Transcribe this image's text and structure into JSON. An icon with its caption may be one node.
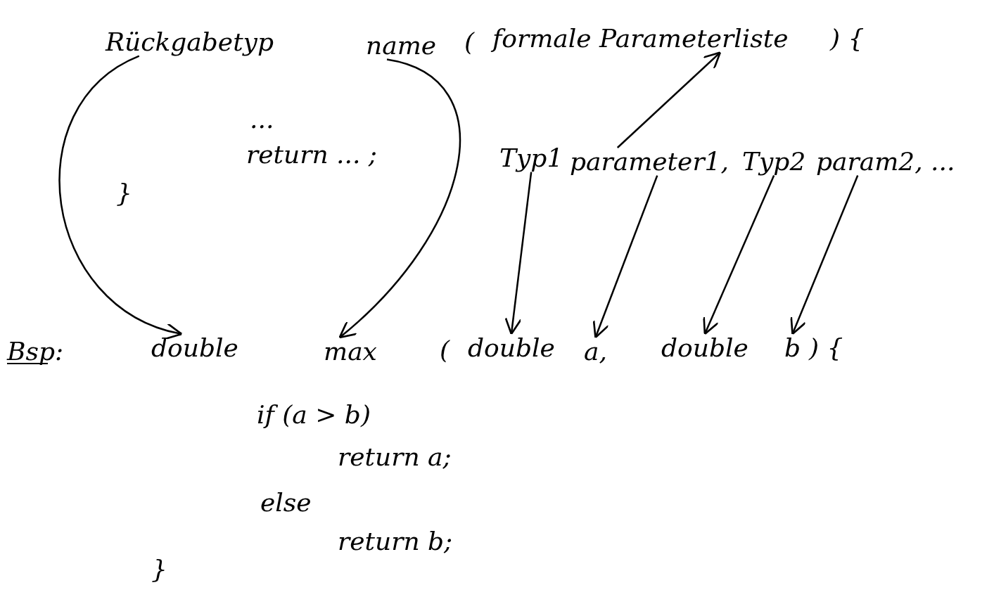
{
  "diagram": {
    "nodes": [
      {
        "text": [
          "Rückgabetyp"
        ]
      },
      {
        "text": [
          "name"
        ]
      },
      {
        "text": [
          "formale Parameterliste"
        ]
      },
      {
        "text": [
          "Typ1"
        ]
      },
      {
        "text": [
          "parameter1,"
        ]
      },
      {
        "text": [
          "Typ2"
        ]
      },
      {
        "text": [
          "param2, ..."
        ]
      },
      {
        "text": [
          "double"
        ]
      },
      {
        "text": [
          "max"
        ]
      },
      {
        "text": [
          "double"
        ]
      },
      {
        "text": [
          "a,"
        ]
      },
      {
        "text": [
          "double"
        ]
      },
      {
        "text": [
          "b"
        ]
      }
    ],
    "edges": [
      {
        "from": 0,
        "to": 7,
        "arrow": "to"
      },
      {
        "from": 1,
        "to": 8,
        "arrow": "to"
      },
      {
        "from": 4,
        "to": 2,
        "arrow": "to"
      },
      {
        "from": 3,
        "to": 9,
        "arrow": "to"
      },
      {
        "from": 4,
        "to": 10,
        "arrow": "to"
      },
      {
        "from": 5,
        "to": 11,
        "arrow": "to"
      },
      {
        "from": 6,
        "to": 12,
        "arrow": "to"
      }
    ],
    "labels": [
      "(",
      ") {",
      "...",
      "return ... ;",
      "}",
      "Bsp:",
      "(",
      ") {",
      "if (a > b)",
      "return a;",
      "else",
      "return b;",
      "}"
    ]
  }
}
